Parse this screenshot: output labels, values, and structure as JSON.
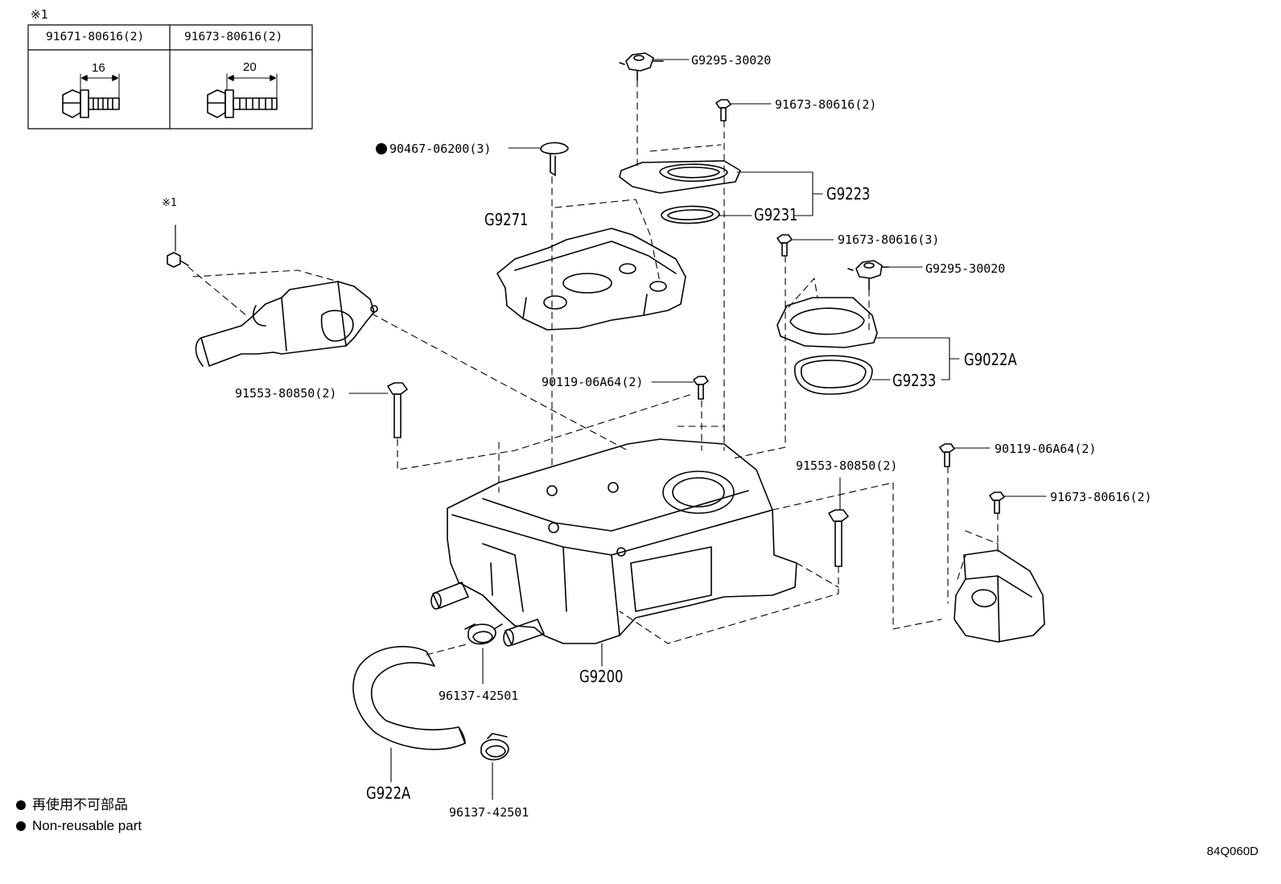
{
  "note_mark": "※1",
  "spec_table": {
    "col1_part": "91671-80616(2)",
    "col2_part": "91673-80616(2)",
    "col1_dim": "16",
    "col2_dim": "20"
  },
  "labels": {
    "g9295_top": "G9295-30020",
    "bolt_91673_top": "91673-80616(2)",
    "clip_90467": "90467-06200(3)",
    "g9223": "G9223",
    "g9231": "G9231",
    "g9271": "G9271",
    "note_mark_left": "※1",
    "bolt_91673_mid": "91673-80616(3)",
    "g9295_mid": "G9295-30020",
    "g9022a": "G9022A",
    "g9233": "G9233",
    "bolt_90119_mid": "90119-06A64(2)",
    "bolt_91553_left": "91553-80850(2)",
    "bolt_90119_right": "90119-06A64(2)",
    "bolt_91553_right": "91553-80850(2)",
    "bolt_91673_right": "91673-80616(2)",
    "clamp_top": "96137-42501",
    "g9200": "G9200",
    "g922a": "G922A",
    "clamp_bottom": "96137-42501"
  },
  "legend": {
    "line1": "再使用不可部品",
    "line2": "Non-reusable part"
  },
  "diagram_code": "84Q060D"
}
